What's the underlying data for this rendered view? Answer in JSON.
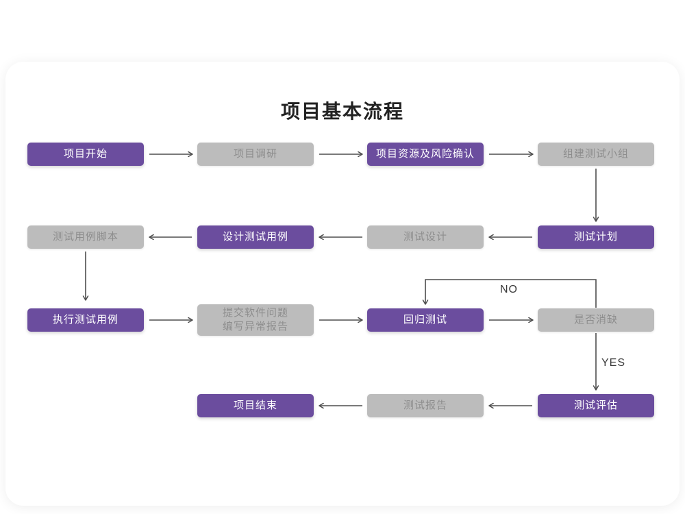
{
  "title": "项目基本流程",
  "flow_labels": {
    "no": "NO",
    "yes": "YES"
  },
  "nodes": {
    "project_start": {
      "label": "项目开始",
      "type": "purple"
    },
    "project_research": {
      "label": "项目调研",
      "type": "gray"
    },
    "resource_risk": {
      "label": "项目资源及风险确认",
      "type": "purple"
    },
    "build_test_team": {
      "label": "组建测试小组",
      "type": "gray"
    },
    "test_plan": {
      "label": "测试计划",
      "type": "purple"
    },
    "test_design": {
      "label": "测试设计",
      "type": "gray"
    },
    "design_test_cases": {
      "label": "设计测试用例",
      "type": "purple"
    },
    "test_case_script": {
      "label": "测试用例脚本",
      "type": "gray"
    },
    "execute_test_cases": {
      "label": "执行测试用例",
      "type": "purple"
    },
    "submit_issue_report": {
      "label": "提交软件问题\n编写异常报告",
      "type": "gray"
    },
    "regression_test": {
      "label": "回归测试",
      "type": "purple"
    },
    "defect_cleared": {
      "label": "是否消缺",
      "type": "gray"
    },
    "test_evaluation": {
      "label": "测试评估",
      "type": "purple"
    },
    "test_report": {
      "label": "测试报告",
      "type": "gray"
    },
    "project_end": {
      "label": "项目结束",
      "type": "purple"
    }
  },
  "colors": {
    "purple": "#6b4d9e",
    "gray": "#bcbcbc",
    "gray-text": "#8d8d8d",
    "arrow": "#4d4d4d",
    "title": "#222222"
  }
}
